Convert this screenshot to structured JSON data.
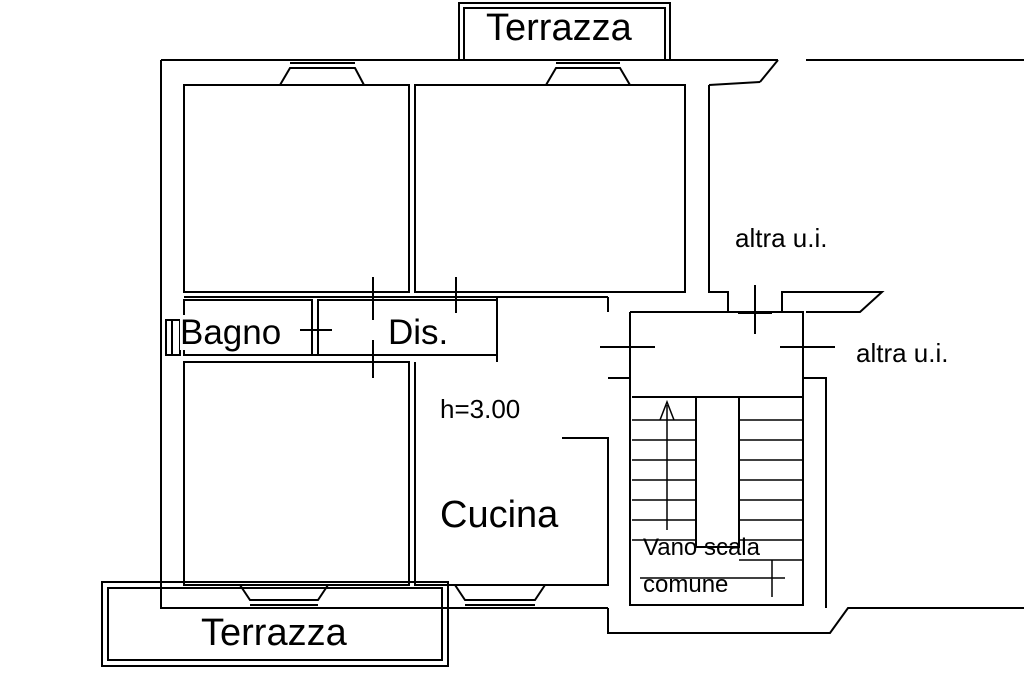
{
  "labels": {
    "terrazza_top": "Terrazza",
    "terrazza_bottom": "Terrazza",
    "bagno": "Bagno",
    "dis": "Dis.",
    "altra_ui_top": "altra u.i.",
    "altra_ui_right": "altra u.i.",
    "height": "h=3.00",
    "cucina": "Cucina",
    "vano_scala": "Vano scala",
    "comune": "comune"
  },
  "colors": {
    "line": "#000000",
    "background": "#ffffff"
  }
}
